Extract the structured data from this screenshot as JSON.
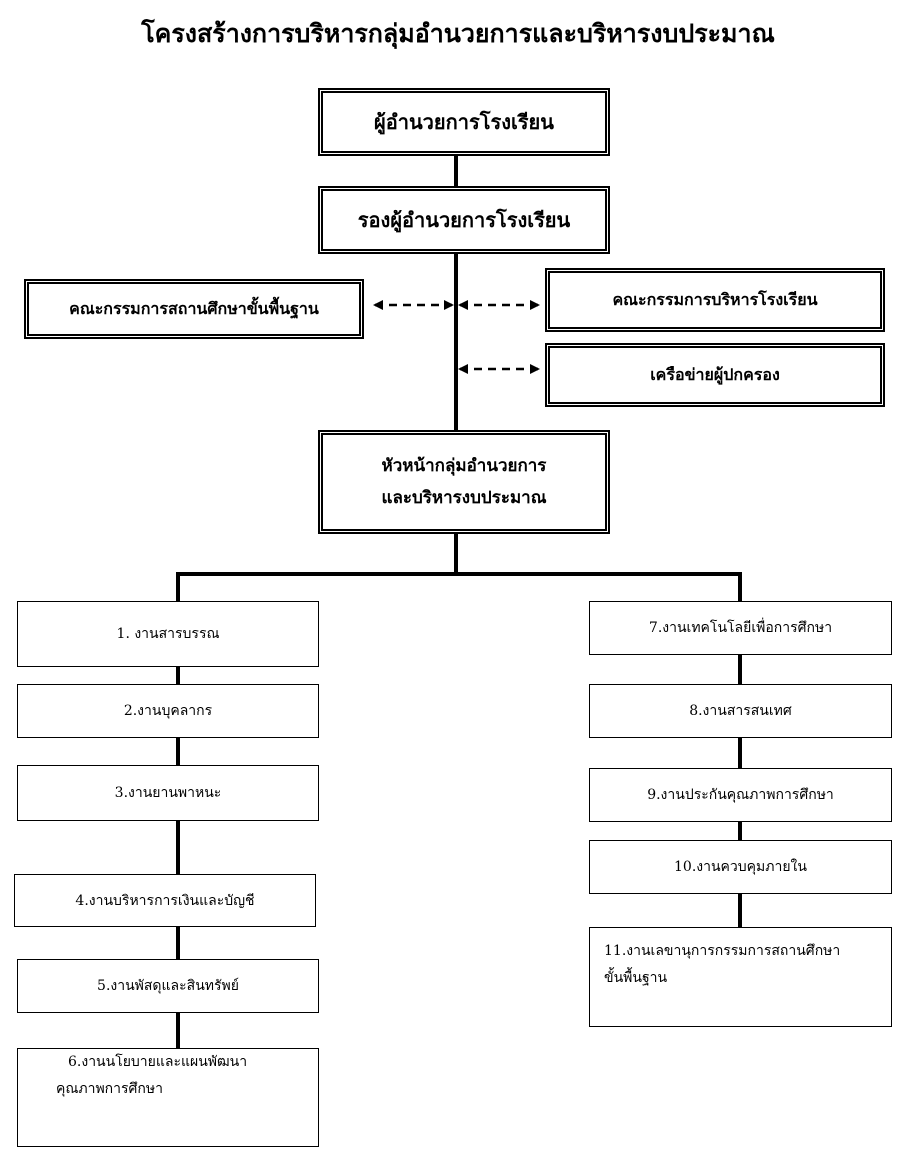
{
  "title": "โครงสร้างการบริหารกลุ่มอำนวยการและบริหารงบประมาณ",
  "director": "ผู้อำนวยการโรงเรียน",
  "deputy": "รองผู้อำนวยการโรงเรียน",
  "committee_basic": "คณะกรรมการสถานศึกษาขั้นพื้นฐาน",
  "committee_school": "คณะกรรมการบริหารโรงเรียน",
  "parent_network": "เครือข่ายผู้ปกครอง",
  "group_head": {
    "line1": "หัวหน้ากลุ่มอำนวยการ",
    "line2": "และบริหารงบประมาณ"
  },
  "left_tasks": {
    "t1": "1. งานสารบรรณ",
    "t2": "2.งานบุคลากร",
    "t3": "3.งานยานพาหนะ",
    "t4": "4.งานบริหารการเงินและบัญชี",
    "t5": "5.งานพัสดุและสินทรัพย์",
    "t6_line1": "6.งานนโยบายและแผนพัฒนา",
    "t6_line2": "คุณภาพการศึกษา"
  },
  "right_tasks": {
    "t7": "7.งานเทคโนโลยีเพื่อการศึกษา",
    "t8": "8.งานสารสนเทศ",
    "t9": "9.งานประกันคุณภาพการศึกษา",
    "t10": "10.งานควบคุมภายใน",
    "t11_line1": "11.งานเลขานุการกรรมการสถานศึกษา",
    "t11_line2": "ขั้นพื้นฐาน"
  }
}
